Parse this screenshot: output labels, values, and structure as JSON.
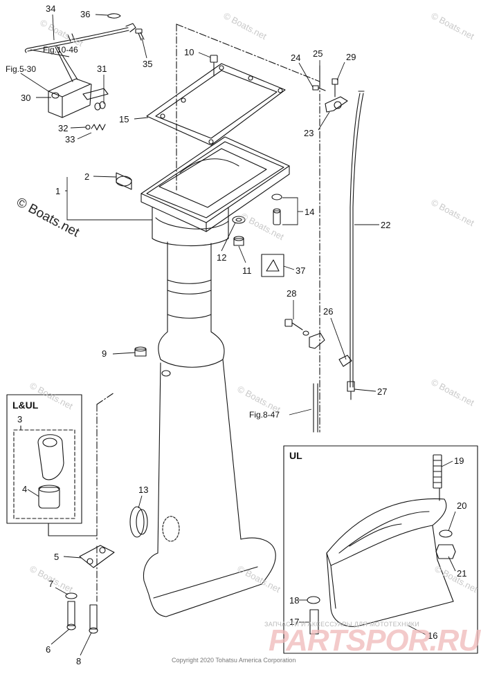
{
  "labels": {
    "n34": "34",
    "n36": "36",
    "n35": "35",
    "fig10_46": "Fig.10-46",
    "fig5_30": "Fig.5-30",
    "n31": "31",
    "n30": "30",
    "n32": "32",
    "n33": "33",
    "n10": "10",
    "n15": "15",
    "n24": "24",
    "n25": "25",
    "n29": "29",
    "n23": "23",
    "n2": "2",
    "n1": "1",
    "n14": "14",
    "n22": "22",
    "n12": "12",
    "n11": "11",
    "n37": "37",
    "n28": "28",
    "n26": "26",
    "n9": "9",
    "n27": "27",
    "fig8_47": "Fig.8-47",
    "n3": "3",
    "n4": "4",
    "n13": "13",
    "n5": "5",
    "n7": "7",
    "n6": "6",
    "n8": "8",
    "n19": "19",
    "n20": "20",
    "n21": "21",
    "n18": "18",
    "n17": "17",
    "n16": "16"
  },
  "boxes": {
    "lul_title": "L&UL",
    "ul_title": "UL"
  },
  "watermarks": {
    "small": "© Boats.net",
    "big": "© Boats.net"
  },
  "footer": {
    "copyright": "Copyright 2020 Tohatsu America Corporation",
    "shop_tagline": "ЗАПЧАСТИ И АКСЕССУАРЫ ДЛЯ МОТОТЕХНИКИ",
    "shop_logo": "PARTSPOR.RU"
  },
  "colors": {
    "line": "#111111",
    "watermark": "#c9c9c9",
    "logo": "#e06060"
  }
}
